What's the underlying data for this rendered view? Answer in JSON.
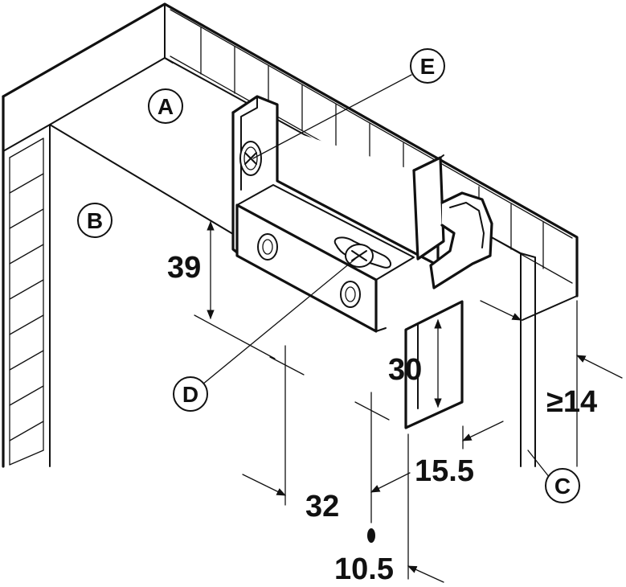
{
  "callouts": {
    "A": "A",
    "B": "B",
    "C": "C",
    "D": "D",
    "E": "E"
  },
  "dimensions": {
    "d39": "39",
    "d30": "30",
    "d14": "≥14",
    "d15_5": "15.5",
    "d32": "32",
    "d10_5": "10.5"
  },
  "colors": {
    "line": "#111111",
    "background": "#ffffff"
  }
}
